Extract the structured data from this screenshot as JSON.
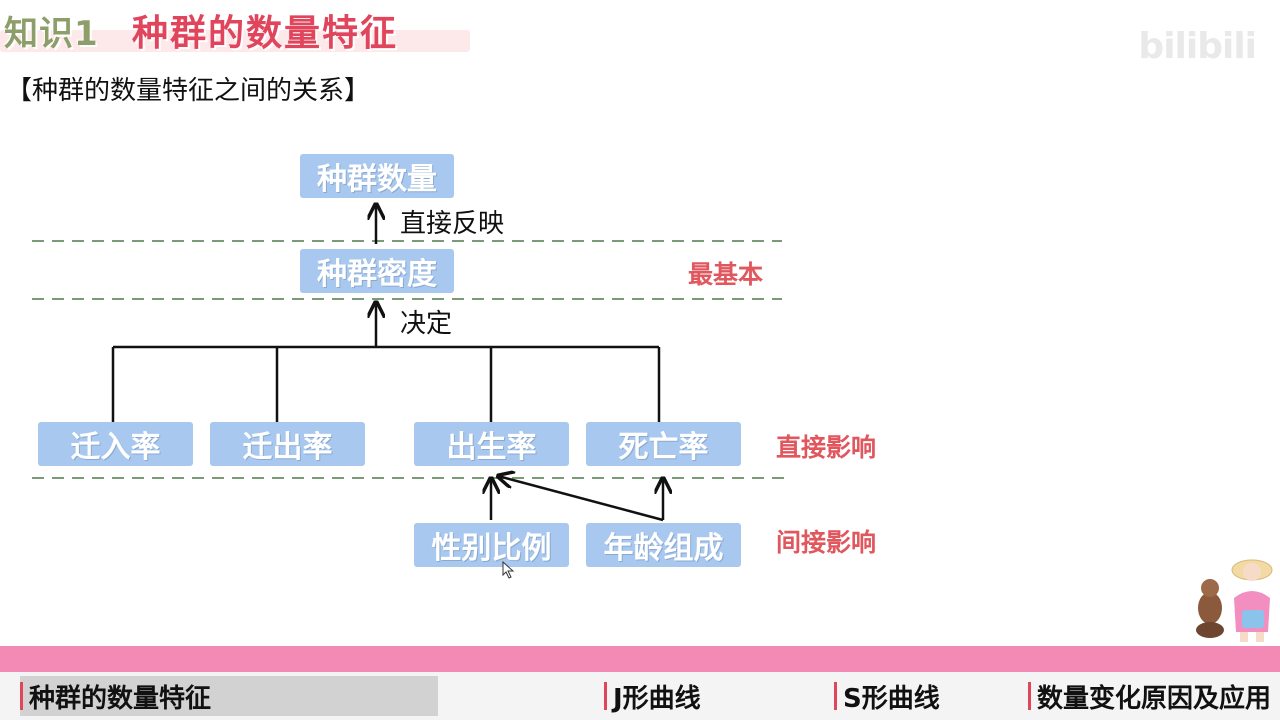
{
  "header": {
    "title_part1": "知识1",
    "title_part2": "种群的数量特征",
    "watermark": "bilibili"
  },
  "subtitle": "【种群的数量特征之间的关系】",
  "diagram": {
    "top_node": "种群数量",
    "arrow1_label": "直接反映",
    "density_node": "种群密度",
    "density_note": "最基本",
    "arrow2_label": "决定",
    "rates": [
      "迁入率",
      "迁出率",
      "出生率",
      "死亡率"
    ],
    "rates_note": "直接影响",
    "indirect": [
      "性别比例",
      "年龄组成"
    ],
    "indirect_note": "间接影响"
  },
  "nav": {
    "tabs": [
      "种群的数量特征",
      "J形曲线",
      "S形曲线",
      "数量变化原因及应用"
    ]
  },
  "colors": {
    "node_fill": "#a8c8ef",
    "note_red": "#e0575e",
    "dashed_line": "#7a9a78",
    "pink_bar": "#f38ab5"
  }
}
